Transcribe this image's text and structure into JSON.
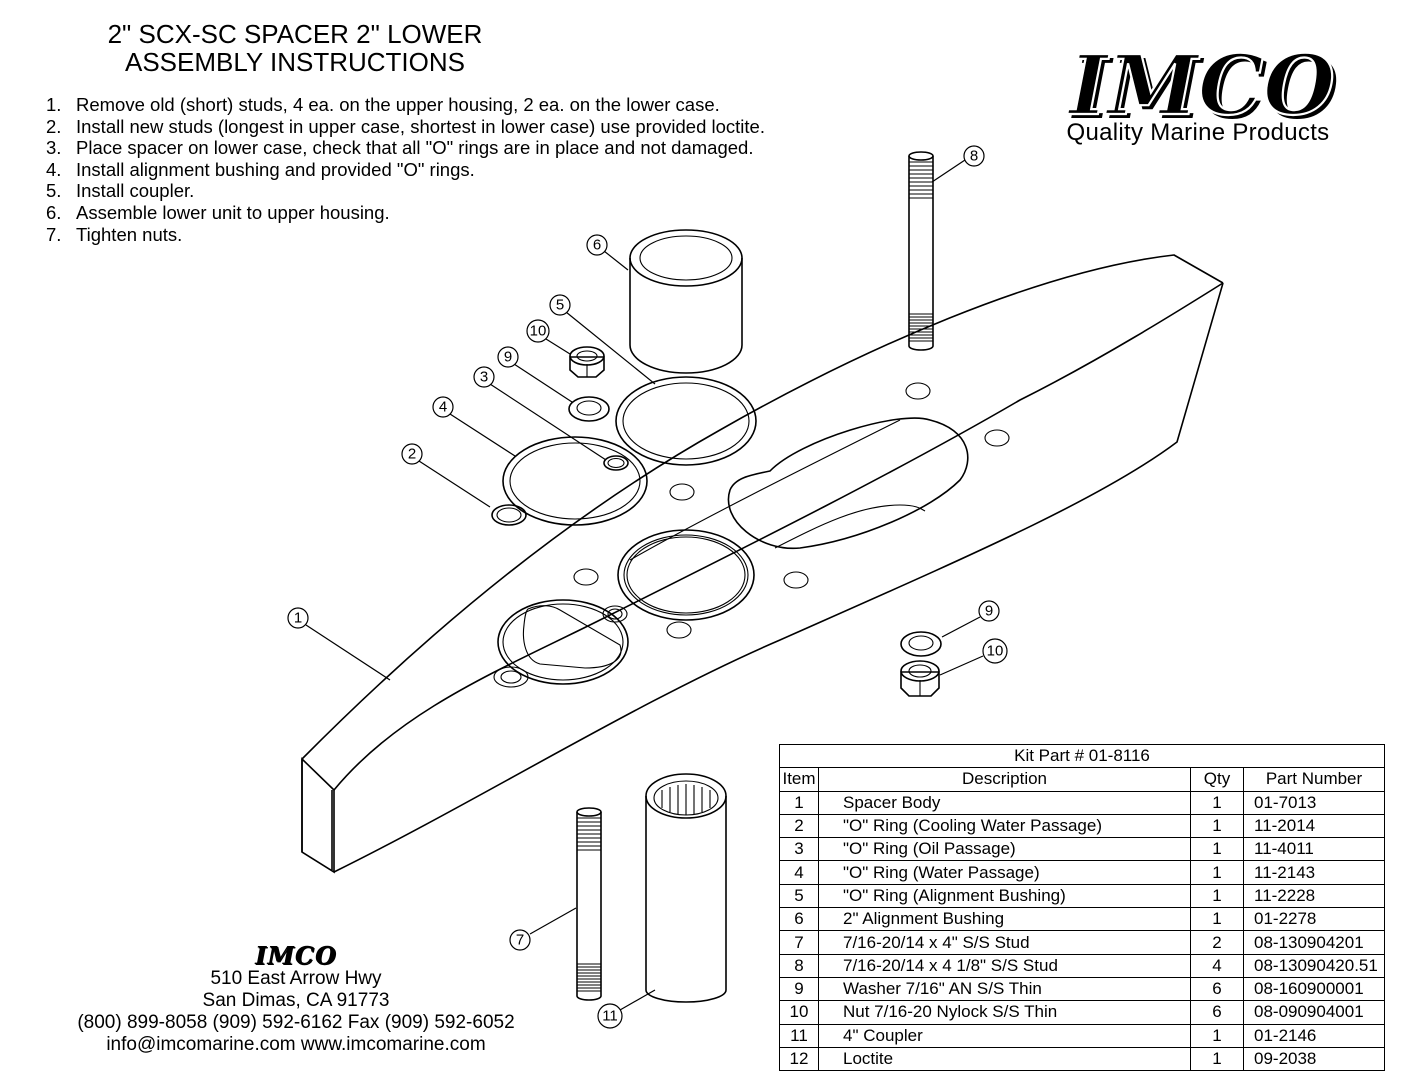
{
  "header": {
    "title_line1": "2\" SCX-SC SPACER 2\" LOWER",
    "title_line2": "ASSEMBLY INSTRUCTIONS"
  },
  "instructions": [
    {
      "num": "1.",
      "text": "Remove old (short) studs, 4 ea. on the upper housing, 2 ea. on the lower case."
    },
    {
      "num": "2.",
      "text": "Install new studs (longest in upper case, shortest in lower case) use provided loctite."
    },
    {
      "num": "3.",
      "text": "Place spacer on lower case, check that all \"O\" rings are in place and not damaged."
    },
    {
      "num": "4.",
      "text": "Install alignment bushing and provided \"O\" rings."
    },
    {
      "num": "5.",
      "text": "Install coupler."
    },
    {
      "num": "6.",
      "text": "Assemble lower unit to upper housing."
    },
    {
      "num": "7.",
      "text": "Tighten nuts."
    }
  ],
  "brand": {
    "logo_text": "IMCO",
    "tagline": "Quality Marine Products"
  },
  "balloons": {
    "b1": "1",
    "b2": "2",
    "b3": "3",
    "b4": "4",
    "b5": "5",
    "b6": "6",
    "b7": "7",
    "b8": "8",
    "b9a": "9",
    "b9b": "9",
    "b10a": "10",
    "b10b": "10",
    "b11": "11"
  },
  "contact": {
    "logo_text": "IMCO",
    "street": "510 East Arrow Hwy",
    "city": "San Dimas, CA 91773",
    "phones": "(800) 899-8058 (909) 592-6162  Fax (909) 592-6052",
    "web": "info@imcomarine.com  www.imcomarine.com"
  },
  "parts_table": {
    "kit_title": "Kit Part # 01-8116",
    "headers": {
      "item": "Item",
      "description": "Description",
      "qty": "Qty",
      "part_number": "Part Number"
    },
    "rows": [
      {
        "item": "1",
        "description": "Spacer Body",
        "qty": "1",
        "part_number": "01-7013"
      },
      {
        "item": "2",
        "description": "\"O\" Ring (Cooling Water Passage)",
        "qty": "1",
        "part_number": "11-2014"
      },
      {
        "item": "3",
        "description": "\"O\" Ring (Oil Passage)",
        "qty": "1",
        "part_number": "11-4011"
      },
      {
        "item": "4",
        "description": "\"O\" Ring (Water Passage)",
        "qty": "1",
        "part_number": "11-2143"
      },
      {
        "item": "5",
        "description": "\"O\" Ring (Alignment Bushing)",
        "qty": "1",
        "part_number": "11-2228"
      },
      {
        "item": "6",
        "description": "2\" Alignment Bushing",
        "qty": "1",
        "part_number": "01-2278"
      },
      {
        "item": "7",
        "description": "7/16-20/14 x 4\" S/S Stud",
        "qty": "2",
        "part_number": "08-130904201"
      },
      {
        "item": "8",
        "description": "7/16-20/14 x 4 1/8\" S/S Stud",
        "qty": "4",
        "part_number": "08-13090420.51"
      },
      {
        "item": "9",
        "description": "Washer 7/16\" AN S/S Thin",
        "qty": "6",
        "part_number": "08-160900001"
      },
      {
        "item": "10",
        "description": "Nut 7/16-20 Nylock S/S Thin",
        "qty": "6",
        "part_number": "08-090904001"
      },
      {
        "item": "11",
        "description": "4\" Coupler",
        "qty": "1",
        "part_number": "01-2146"
      },
      {
        "item": "12",
        "description": "Loctite",
        "qty": "1",
        "part_number": "09-2038"
      }
    ]
  }
}
